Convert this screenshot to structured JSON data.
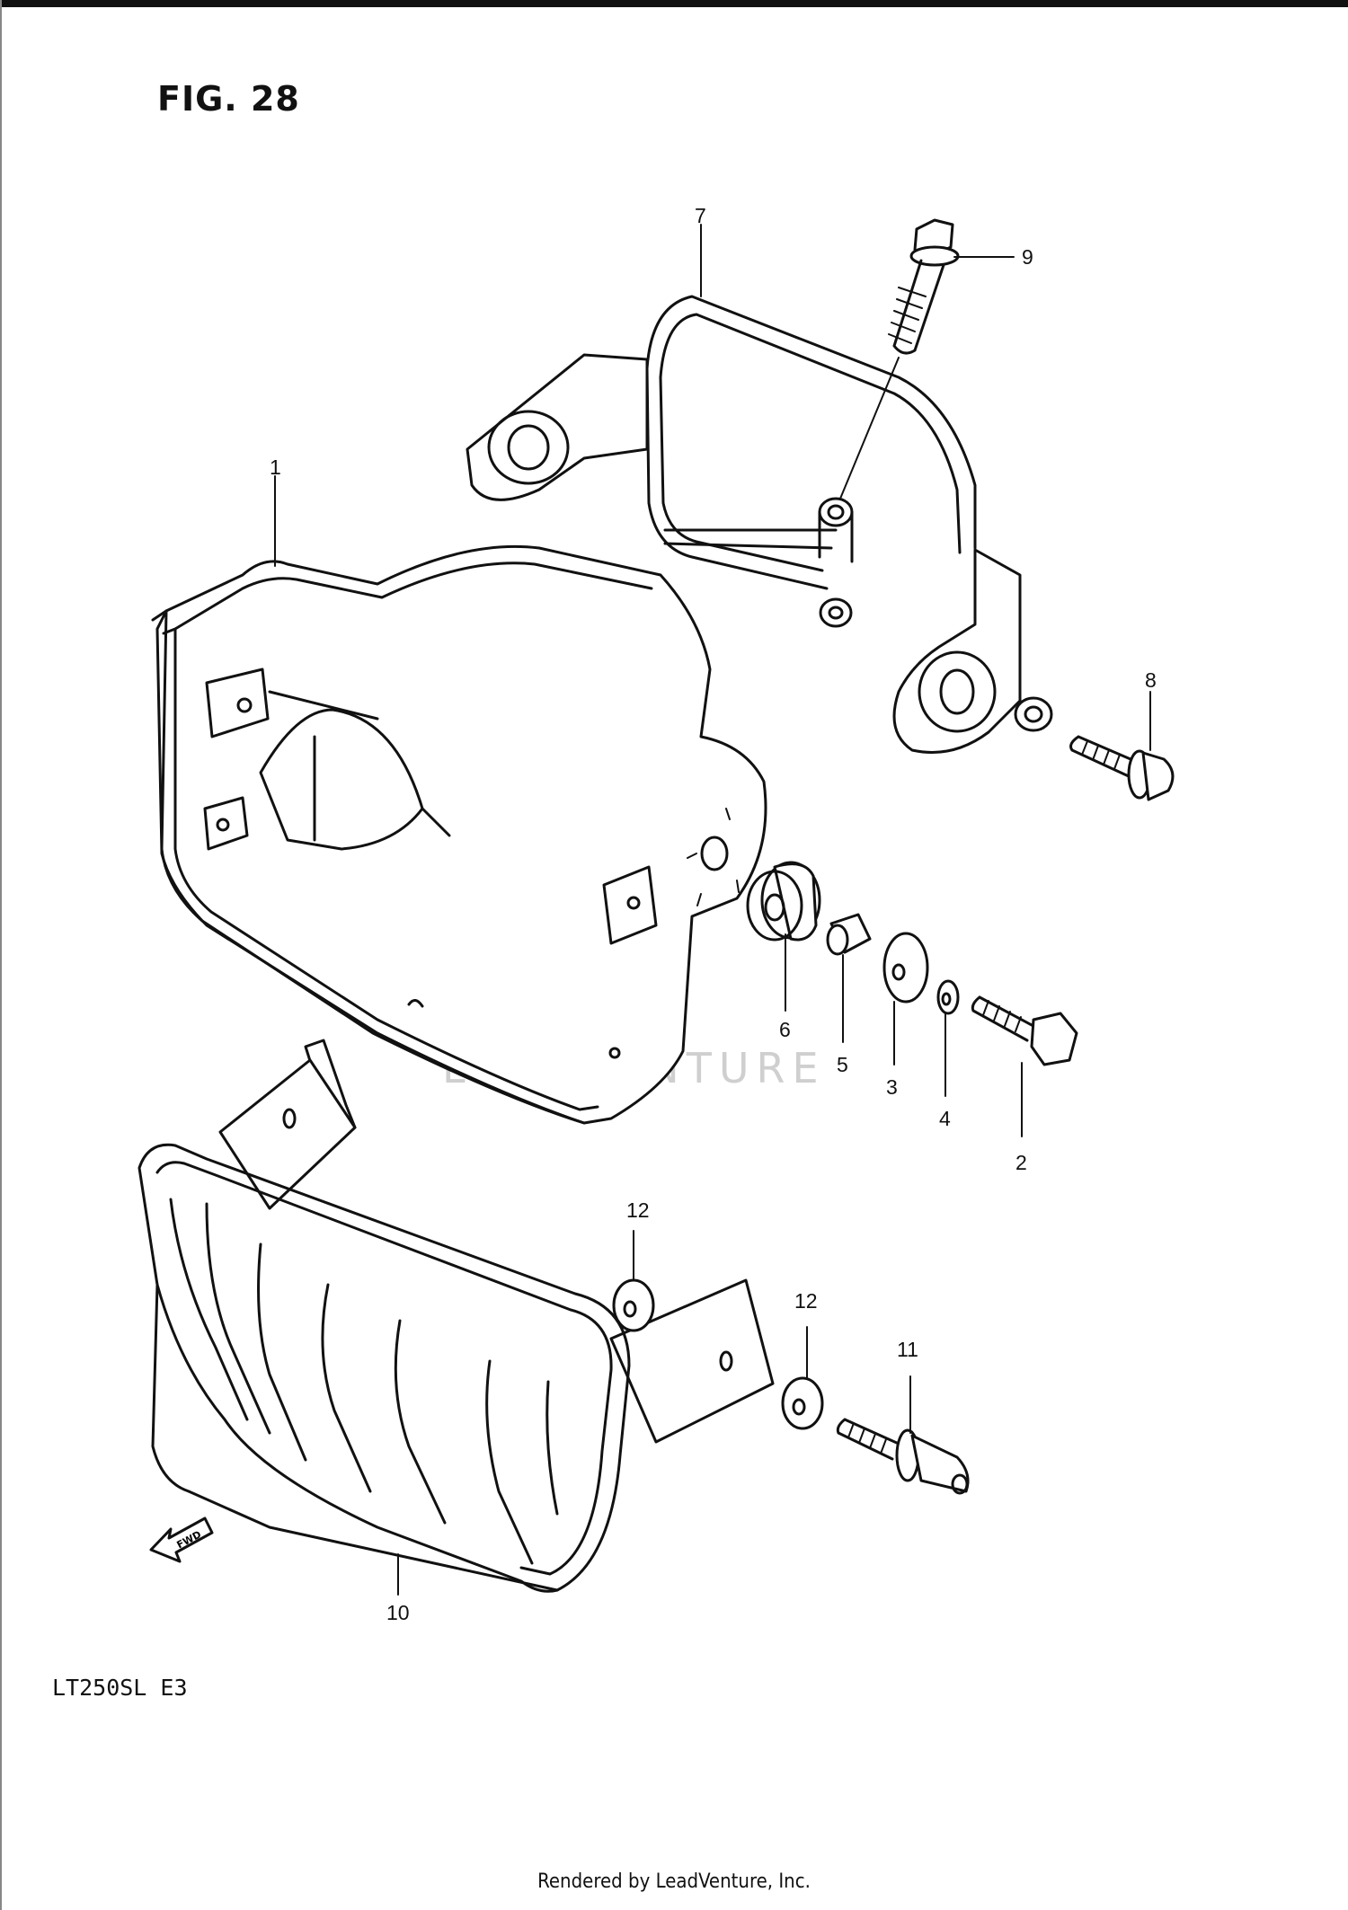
{
  "figure": {
    "title": "FIG. 28",
    "model": "LT250SL  E3",
    "footer": "Rendered by LeadVenture, Inc.",
    "watermark": "LEADVENTURE"
  },
  "callouts": [
    "1",
    "2",
    "3",
    "4",
    "5",
    "6",
    "7",
    "8",
    "9",
    "10",
    "11",
    "12",
    "12"
  ],
  "icons": {
    "forward": "FWD",
    "forward_arrow": "fwd-arrow-icon"
  }
}
